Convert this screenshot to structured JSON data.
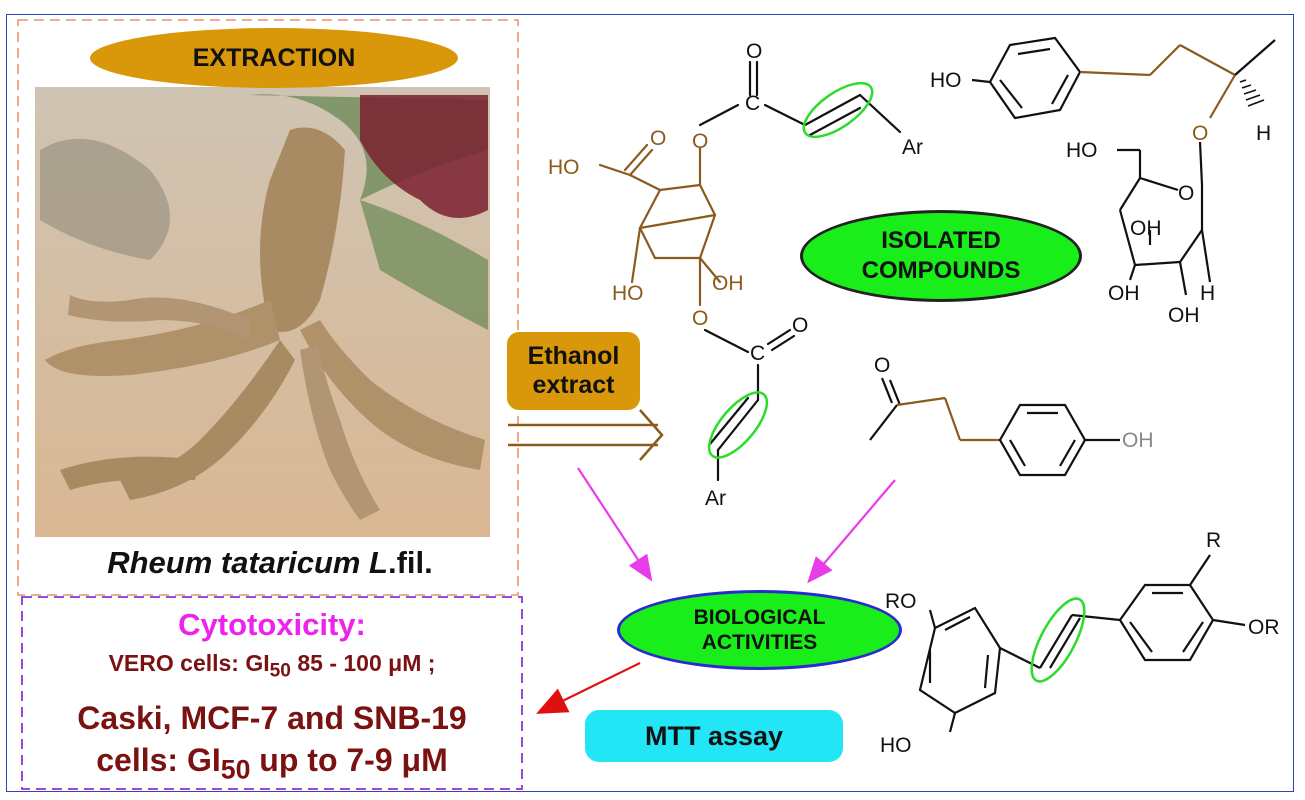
{
  "extraction_label": "EXTRACTION",
  "plant_name_italic": "Rheum tataricum L",
  "plant_name_suffix": ".fil.",
  "cytotoxicity": {
    "title": "Cytotoxicity:",
    "line1_prefix": "VERO cells: GI",
    "line1_sub": "50",
    "line1_suffix": " 85 - 100 μM ;",
    "line2": "Caski, MCF-7 and SNB-19",
    "line3_prefix": "cells: GI",
    "line3_sub": "50",
    "line3_suffix": " up to 7-9 μM"
  },
  "isolated_label_1": "ISOLATED",
  "isolated_label_2": "COMPOUNDS",
  "ethanol_label_1": "Ethanol",
  "ethanol_label_2": "extract",
  "bio_label_1": "BIOLOGICAL",
  "bio_label_2": "ACTIVITIES",
  "mtt_label": "MTT assay",
  "atoms": {
    "o": "O",
    "c": "C",
    "ar": "Ar",
    "ho": "HO",
    "oh": "OH",
    "h": "H",
    "r": "R",
    "ro": "RO",
    "or": "OR"
  },
  "colors": {
    "brown": "#8b5a1e",
    "green_highlight": "#2bdc2b",
    "magenta_arrow": "#e83ce8",
    "red_arrow": "#e01010",
    "orange_fill": "#d8980a",
    "cyan_fill": "#22e6f5",
    "frame_blue": "#3344bb"
  }
}
